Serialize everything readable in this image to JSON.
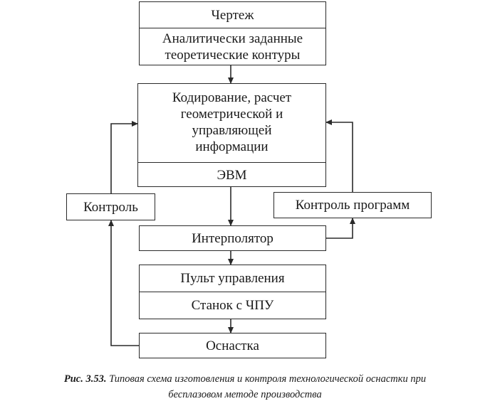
{
  "diagram": {
    "drawing": "Чертеж",
    "analytic_contours": "Аналитически заданные\nтеоретические контуры",
    "coding": "Кодирование, расчет\nгеометрической и\nуправляющей\nинформации",
    "computer": "ЭВМ",
    "control_left": "Контроль",
    "program_control": "Контроль программ",
    "interpolator": "Интерполятор",
    "control_panel": "Пульт управления",
    "cnc_machine": "Станок с ЧПУ",
    "tooling": "Оснастка"
  },
  "caption": {
    "label": "Рис. 3.53.",
    "text": " Типовая схема изготовления и контроля технологической оснастки при",
    "text_line2": "бесплазовом методе производства"
  }
}
